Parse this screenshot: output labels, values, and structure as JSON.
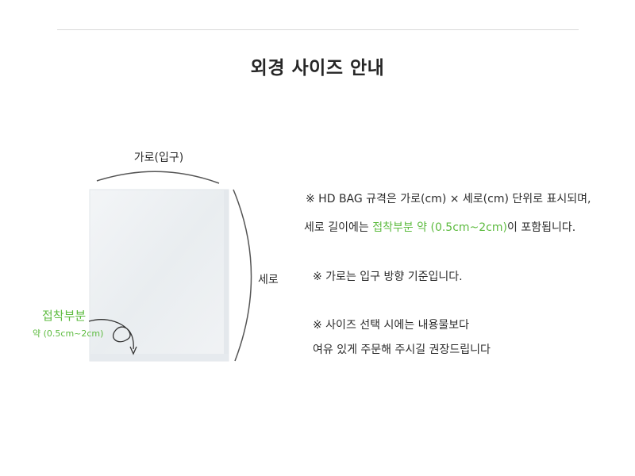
{
  "title": "외경 사이즈 안내",
  "diagram": {
    "width_label": "가로(입구)",
    "height_label": "세로",
    "seal_title": "접착부분",
    "seal_sub": "약 (0.5cm~2cm)"
  },
  "notes": {
    "line1": "※ HD BAG 규격은 가로(cm) × 세로(cm) 단위로 표시되며,",
    "line2_pre": "세로 길이에는 ",
    "line2_hl": "접착부분 약 (0.5cm~2cm)",
    "line2_post": "이 포함됩니다.",
    "line3": "※ 가로는 입구 방향 기준입니다.",
    "line4": "※ 사이즈 선택 시에는 내용물보다",
    "line5": "여유 있게 주문해 주시길 권장드립니다"
  },
  "colors": {
    "accent": "#5dbb3f",
    "text": "#2b2b2b",
    "bag": "#eef1f4"
  }
}
